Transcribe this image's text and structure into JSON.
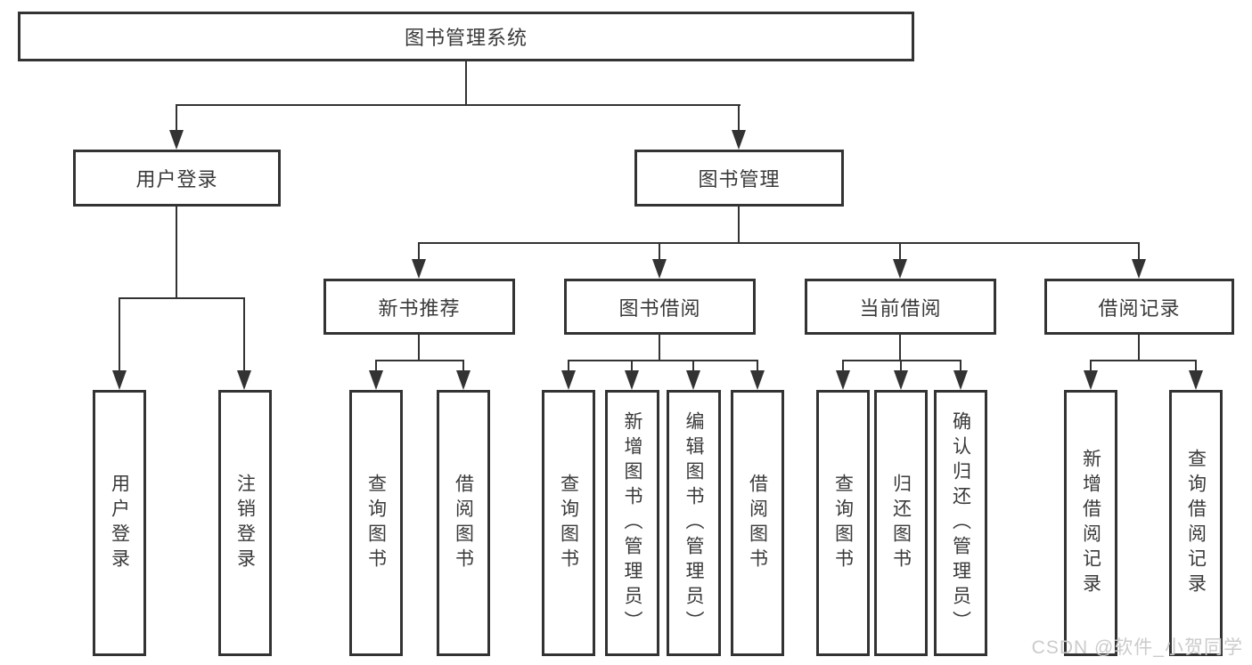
{
  "diagram_title": "图书管理系统",
  "colors": {
    "line": "#333333",
    "text": "#3a3a3a",
    "box_background": "#ffffff",
    "page_background": "#ffffff",
    "watermark": "#cbcbcb"
  },
  "watermark": {
    "text": "CSDN @软件_小贺同学"
  },
  "tree": {
    "label": "图书管理系统",
    "children": [
      {
        "label": "用户登录",
        "children": [
          {
            "label": "用户登录"
          },
          {
            "label": "注销登录"
          }
        ]
      },
      {
        "label": "图书管理",
        "children": [
          {
            "label": "新书推荐",
            "children": [
              {
                "label": "查询图书"
              },
              {
                "label": "借阅图书"
              }
            ]
          },
          {
            "label": "图书借阅",
            "children": [
              {
                "label": "查询图书"
              },
              {
                "label": "新增图书（管理员）"
              },
              {
                "label": "编辑图书（管理员）"
              },
              {
                "label": "借阅图书"
              }
            ]
          },
          {
            "label": "当前借阅",
            "children": [
              {
                "label": "查询图书"
              },
              {
                "label": "归还图书"
              },
              {
                "label": "确认归还（管理员）"
              }
            ]
          },
          {
            "label": "借阅记录",
            "children": [
              {
                "label": "新增借阅记录"
              },
              {
                "label": "查询借阅记录"
              }
            ]
          }
        ]
      }
    ]
  }
}
